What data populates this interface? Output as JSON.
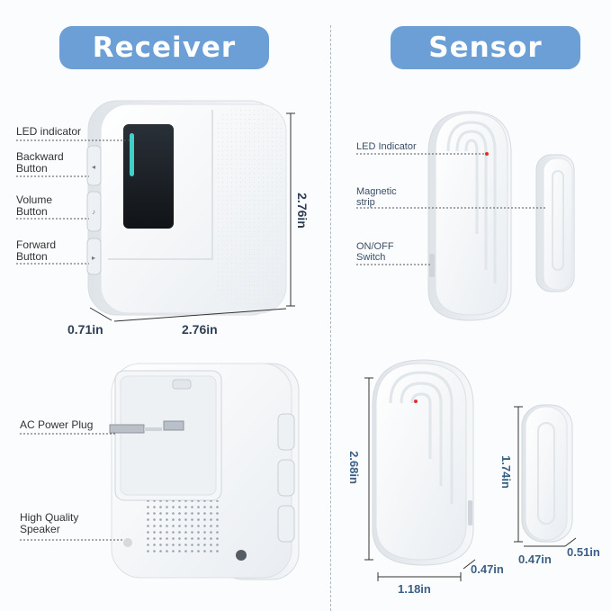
{
  "headers": {
    "receiver": "Receiver",
    "sensor": "Sensor"
  },
  "receiver_front": {
    "callouts": {
      "led_indicator": "LED indicator",
      "backward_button": "Backward\nButton",
      "volume_button": "Volume\nButton",
      "forward_button": "Forward\nButton"
    },
    "dimensions": {
      "depth": "0.71in",
      "width": "2.76in",
      "height": "2.76in"
    }
  },
  "receiver_back": {
    "callouts": {
      "ac_power_plug": "AC Power Plug",
      "speaker": "High Quality\nSpeaker"
    }
  },
  "sensor_angled": {
    "callouts": {
      "led_indicator": "LED Indicator",
      "magnetic_strip": "Magnetic\nstrip",
      "on_off_switch": "ON/OFF\nSwitch"
    }
  },
  "sensor_front": {
    "dimensions": {
      "main_height": "2.68in",
      "main_width": "1.18in",
      "main_depth": "0.47in",
      "magnet_height": "1.74in",
      "magnet_width": "0.47in",
      "magnet_depth": "0.51in"
    }
  },
  "colors": {
    "header_pill": "#6c9fd6",
    "led": "#3fd0c8",
    "sensor_led": "#e0322c"
  }
}
